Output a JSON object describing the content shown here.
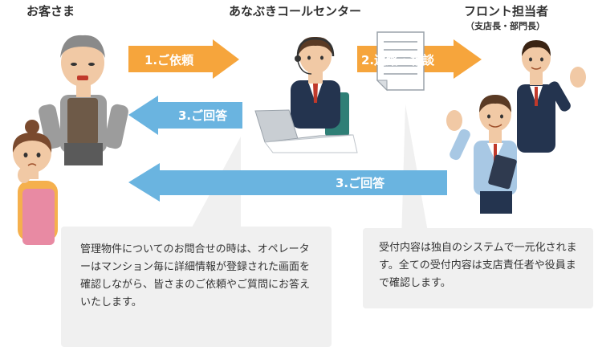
{
  "headers": {
    "customer": "お客さま",
    "call_center": "あなぶきコールセンター",
    "front_staff": "フロント担当者",
    "front_staff_sub": "（支店長・部門長）"
  },
  "arrows": {
    "request": "1.ご依頼",
    "contact": "2.連絡・相談",
    "answer_1": "3.ご回答",
    "answer_2": "3.ご回答"
  },
  "bubbles": {
    "left": "管理物件についてのお問合せの時は、オペレーターはマンション毎に詳細情報が登録された画面を確認しながら、皆さまのご依頼やご質問にお答えいたします。",
    "right": "受付内容は独自のシステムで一元化されます。全ての受付内容は支店責任者や役員まで確認します。"
  },
  "colors": {
    "orange": "#f6a53c",
    "blue": "#6ab4e0",
    "bubble_bg": "#f0f0f0"
  }
}
